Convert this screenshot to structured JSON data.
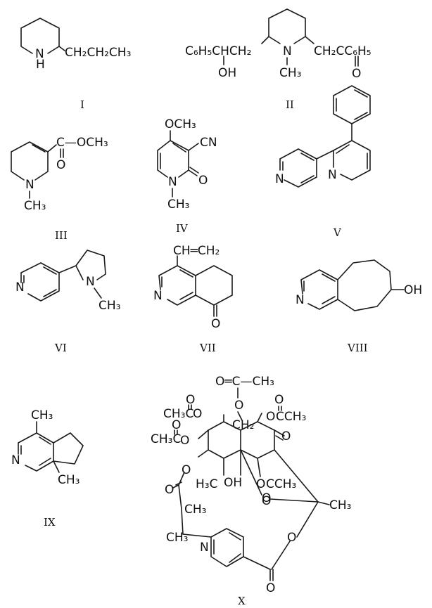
{
  "labels": {
    "I": "I",
    "II": "II",
    "III": "III",
    "IV": "IV",
    "V": "V",
    "VI": "VI",
    "VII": "VII",
    "VIII": "VIII",
    "IX": "IX",
    "X": "X"
  },
  "atoms": {
    "nh_n": "N",
    "nh_h": "H",
    "propyl": "CH₂CH₂CH₃",
    "ii_left": "C₆H₅CHCH₂",
    "ii_oh": "OH",
    "ii_n": "N",
    "ii_ch3": "CH₃",
    "ii_right": "CH₂CC₆H₅",
    "ii_o": "O",
    "iii_ester": "C—OCH₃",
    "iii_o": "O",
    "iii_n": "N",
    "iii_ch3": "CH₃",
    "iv_och3": "OCH₃",
    "iv_cn": "CN",
    "iv_o": "O",
    "iv_n": "N",
    "iv_ch3": "CH₃",
    "v_n1": "N",
    "v_n2": "N",
    "vi_n1": "N",
    "vi_n2": "N",
    "vi_ch3": "CH₃",
    "vii_vinyl": "CH═CH₂",
    "vii_n": "N",
    "vii_o": "O",
    "viii_n": "N",
    "viii_oh": "OH",
    "ix_ch3_top": "CH₃",
    "ix_n": "N",
    "ix_ch3_bot": "CH₃",
    "x_top": "O═C—CH₃",
    "x_o_chain": "O",
    "x_ac_left": "CH₃C",
    "x_o1": "O",
    "x_o1b": "O",
    "x_ac_right_o": "O",
    "x_ac_right": "CCH₃",
    "x_ac_right_o2": "O",
    "x_ch2": "CH₂",
    "x_ac_left2": "CH₃C",
    "x_o2": "O",
    "x_o2b": "O",
    "x_keto": "O",
    "x_o3": "O",
    "x_h3c": "H₃C",
    "x_oh": "OH",
    "x_o4": "O",
    "x_ac_bot": "CCH₃",
    "x_ac_bot_o": "O",
    "x_o5": "O",
    "x_ch3_right": "CH₃",
    "x_ch3_a": "CH₃",
    "x_ch3_b": "CH₃",
    "x_o6": "O",
    "x_o7": "O",
    "x_pyr_n": "N",
    "x_o8": "O",
    "x_o9": "O"
  }
}
